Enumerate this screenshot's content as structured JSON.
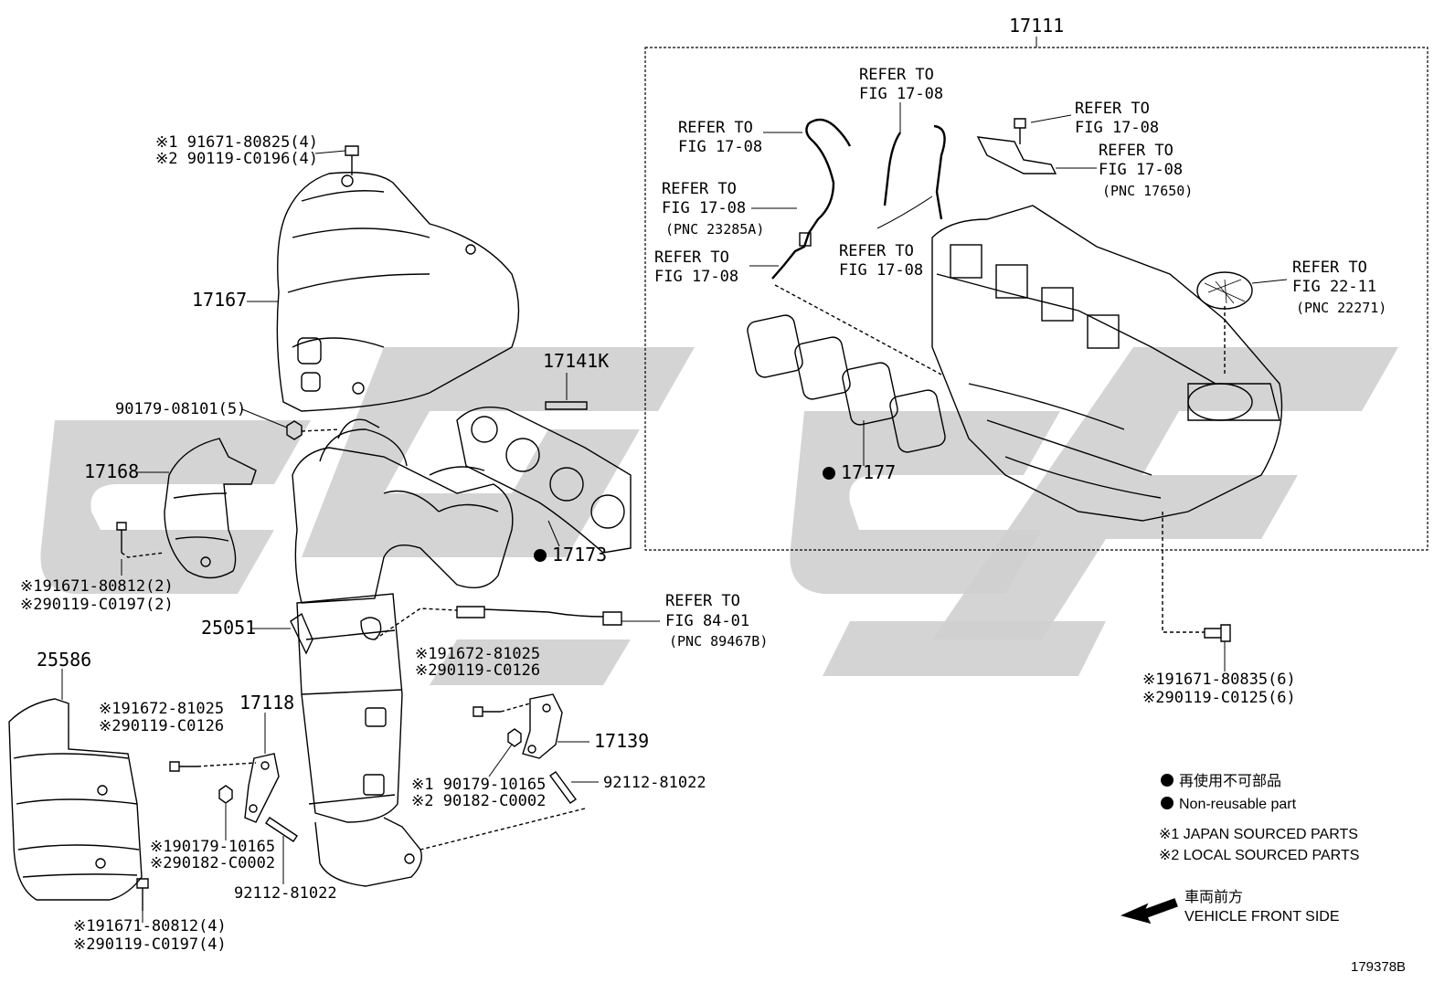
{
  "figure": {
    "code": "179378B",
    "assembly_number": "17111"
  },
  "labels": {
    "bolt_top_1": "※1 91671-80825(4)",
    "bolt_top_2": "※2 90119-C0196(4)",
    "p17167": "17167",
    "p90179": "90179-08101(5)",
    "p17168": "17168",
    "bolt_17168_1": "※191671-80812(2)",
    "bolt_17168_2": "※290119-C0197(2)",
    "p17141k": "17141K",
    "p17173": "17173",
    "p25051": "25051",
    "p25586": "25586",
    "bolt_25586_1": "※191671-80812(4)",
    "bolt_25586_2": "※290119-C0197(4)",
    "p17118": "17118",
    "bolt_17118_1": "※191672-81025",
    "bolt_17118_2": "※290119-C0126",
    "nut_left_1": "※190179-10165",
    "nut_left_2": "※290182-C0002",
    "stud_left": "92112-81022",
    "bolt_mid_1": "※191672-81025",
    "bolt_mid_2": "※290119-C0126",
    "p17139": "17139",
    "nut_mid_1": "※1 90179-10165",
    "nut_mid_2": "※2 90182-C0002",
    "stud_right": "92112-81022",
    "sensor_ref_1": "REFER TO",
    "sensor_ref_2": "FIG 84-01",
    "sensor_ref_pnc": "(PNC 89467B)",
    "p17177": "17177",
    "bolt_manifold_1": "※191671-80835(6)",
    "bolt_manifold_2": "※290119-C0125(6)"
  },
  "refer_labels": [
    {
      "line1": "REFER TO",
      "line2": "FIG 17-08",
      "pnc": ""
    },
    {
      "line1": "REFER TO",
      "line2": "FIG 17-08",
      "pnc": ""
    },
    {
      "line1": "REFER TO",
      "line2": "FIG 17-08",
      "pnc": ""
    },
    {
      "line1": "REFER TO",
      "line2": "FIG 17-08",
      "pnc": "(PNC 17650)"
    },
    {
      "line1": "REFER TO",
      "line2": "FIG 17-08",
      "pnc": "(PNC 23285A)"
    },
    {
      "line1": "REFER TO",
      "line2": "FIG 17-08",
      "pnc": ""
    },
    {
      "line1": "REFER TO",
      "line2": "FIG 17-08",
      "pnc": ""
    },
    {
      "line1": "REFER TO",
      "line2": "FIG 22-11",
      "pnc": "(PNC 22271)"
    }
  ],
  "legend": {
    "non_reusable_jp": "再使用不可部品",
    "non_reusable_en": "Non-reusable part",
    "japan_sourced": "※1 JAPAN SOURCED PARTS",
    "local_sourced": "※2 LOCAL SOURCED PARTS",
    "front_jp": "車両前方",
    "front_en": "VEHICLE FRONT SIDE"
  },
  "colors": {
    "watermark": "#cfcfcf",
    "ink": "#000000"
  }
}
